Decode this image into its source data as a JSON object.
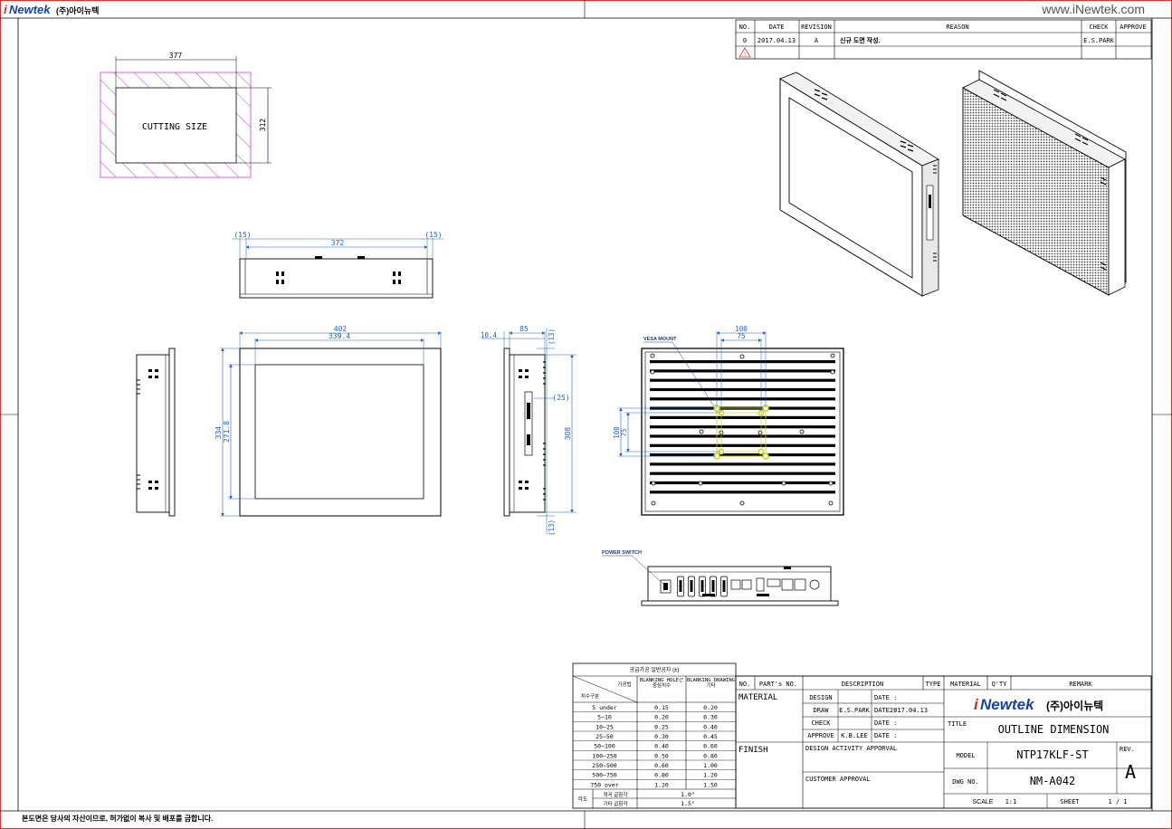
{
  "brand": {
    "logo_i": "i",
    "logo_text": "Newtek",
    "company_kr": "(주)아이뉴텍",
    "website": "www.iNewtek.com"
  },
  "revision_table": {
    "headers": {
      "no": "NO.",
      "date": "DATE",
      "revision": "REVISION",
      "reason": "REASON",
      "check": "CHECK",
      "approve": "APPROVE"
    },
    "row": {
      "no": "0",
      "date": "2017.04.13",
      "revision": "A",
      "reason": "신규 도면 작성.",
      "check": "E.S.PARK"
    }
  },
  "cutting": {
    "width": "377",
    "height": "312",
    "label": "CUTTING SIZE"
  },
  "top_view": {
    "left": "(15)",
    "mid": "372",
    "right": "(15)"
  },
  "front_view": {
    "outer_w": "402",
    "inner_w": "339.4",
    "outer_h": "334",
    "inner_h": "271.8"
  },
  "side_view": {
    "w1": "10.4",
    "w2": "85",
    "d13a": "(13)",
    "d25": "(25)",
    "h": "308",
    "d13b": "(13)"
  },
  "rear_view": {
    "vesa_label": "VESA MOUNT",
    "w100": "100",
    "w75": "75",
    "h100": "100",
    "h75": "75"
  },
  "bottom_view": {
    "power_label": "POWER SWITCH"
  },
  "tolerance": {
    "title": "공급가공 일반공차 (±)",
    "corner_top": "가공법",
    "corner_bottom": "치수구분",
    "col1": "BLANKING HOLE간 중심치수",
    "col2": "BLANKING DRAWING 기타",
    "rows": [
      [
        "5 under",
        "0.15",
        "0.20"
      ],
      [
        "5~10",
        "0.20",
        "0.30"
      ],
      [
        "10~25",
        "0.25",
        "0.40"
      ],
      [
        "25~50",
        "0.30",
        "0.45"
      ],
      [
        "50~100",
        "0.40",
        "0.60"
      ],
      [
        "100~250",
        "0.50",
        "0.80"
      ],
      [
        "250~500",
        "0.60",
        "1.00"
      ],
      [
        "500~750",
        "0.80",
        "1.20"
      ],
      [
        "750 over",
        "1.20",
        "1.50"
      ]
    ],
    "angle_label": "각도",
    "angle_rows": [
      [
        "꺾곡 굽힘각",
        "1.0°"
      ],
      [
        "기타 굽힘각",
        "1.5°"
      ]
    ]
  },
  "title_block": {
    "h_no": "NO.",
    "h_part": "PART's NO.",
    "h_desc": "DESCRIPTION",
    "h_type": "TYPE",
    "h_material": "MATERIAL",
    "h_qty": "Q'TY",
    "h_remark": "REMARK",
    "material": "MATERIAL",
    "finish": "FINISH",
    "design": "DESIGN",
    "draw": "DRAW",
    "check": "CHECK",
    "approve": "APPROVE",
    "date_label": "DATE :",
    "draw_name": "E.S.PARK",
    "draw_date": "2017.04.13",
    "approve_name": "K.B.LEE",
    "design_activity": "DESIGN ACTIVITY APPORVAL",
    "customer_approval": "CUSTOMER APPROVAL",
    "title_label": "TITLE",
    "title": "OUTLINE DIMENSION",
    "model_label": "MODEL",
    "model": "NTP17KLF-ST",
    "rev_label": "REV.",
    "rev": "A",
    "dwg_label": "DWG NO.",
    "dwg": "NM-A042",
    "scale_label": "SCALE",
    "scale": "1:1",
    "sheet_label": "SHEET",
    "sheet": "1   /   1"
  },
  "footer_note": "본도면은 당사의 자산이므로, 허가없이 복사 및 배포를 금합니다.",
  "colors": {
    "border": "#e0302a",
    "dim": "#1f5fd0",
    "cut": "#d63ad6",
    "vesa": "#c8d400",
    "logo_blue": "#1842a8",
    "logo_red": "#e02020"
  }
}
